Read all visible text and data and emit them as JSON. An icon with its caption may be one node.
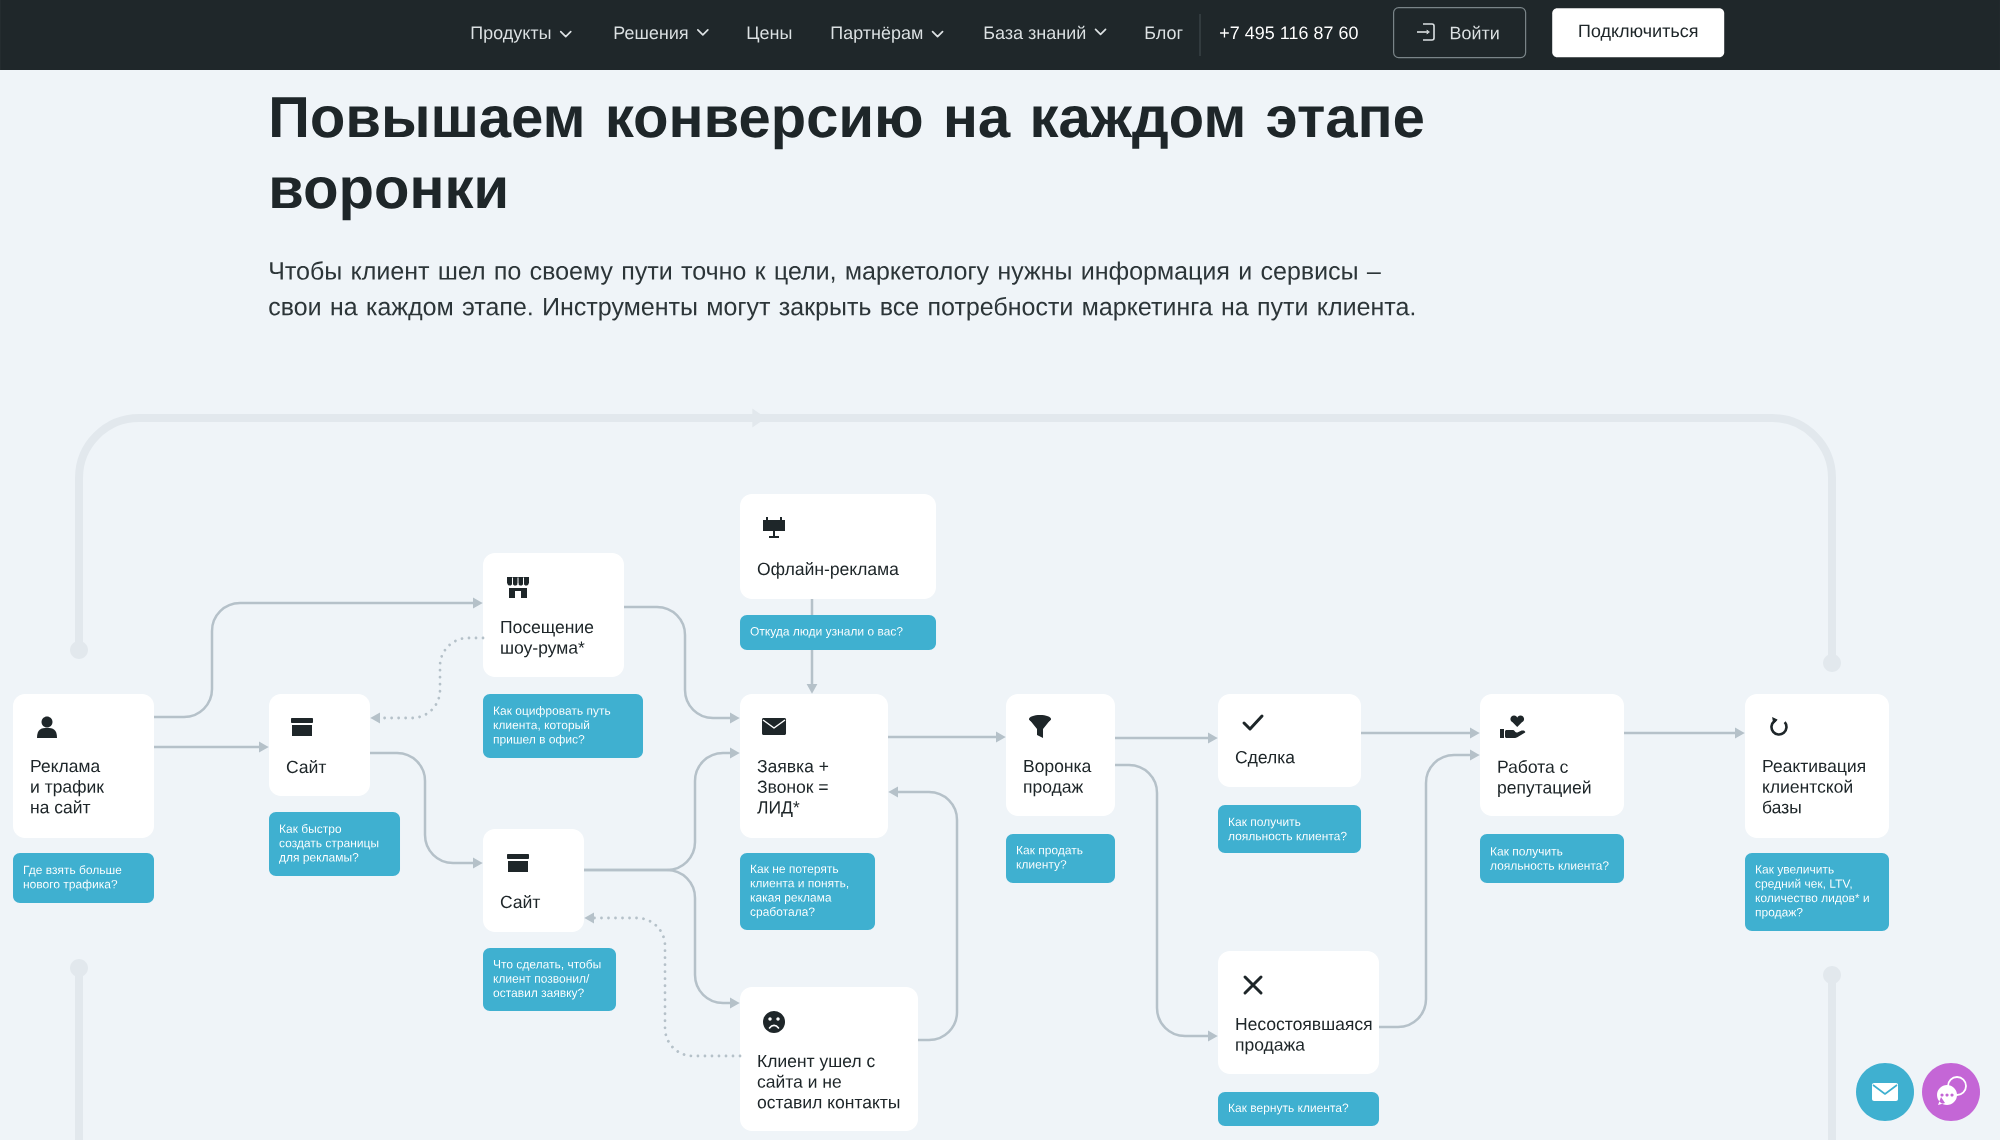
{
  "diagram": {
    "title": "Повышаем конверсию на каждом этапе воронки",
    "nodes": [
      {
        "text": [
          "Реклама и трафик на сайт"
        ]
      },
      {
        "text": [
          "Где взять больше нового трафика?"
        ]
      },
      {
        "text": [
          "Сайт"
        ]
      },
      {
        "text": [
          "Как быстро создать страницы для рекламы?"
        ]
      },
      {
        "text": [
          "Посещение шоу-рума*"
        ]
      },
      {
        "text": [
          "Как оцифровать путь клиента, который пришел в офис?"
        ]
      },
      {
        "text": [
          "Сайт"
        ]
      },
      {
        "text": [
          "Что сделать, чтобы клиент позвонил/ оставил заявку?"
        ]
      },
      {
        "text": [
          "Офлайн-реклама"
        ]
      },
      {
        "text": [
          "Откуда люди узнали о вас?"
        ]
      },
      {
        "text": [
          "Заявка + Звонок = ЛИД*"
        ]
      },
      {
        "text": [
          "Как не потерять клиента и понять, какая реклама сработала?"
        ]
      },
      {
        "text": [
          "Клиент ушел с сайта и не оставил контакты"
        ]
      },
      {
        "text": [
          "Воронка продаж"
        ]
      },
      {
        "text": [
          "Как продать клиенту?"
        ]
      },
      {
        "text": [
          "Сделка"
        ]
      },
      {
        "text": [
          "Как получить лояльность клиента?"
        ]
      },
      {
        "text": [
          "Несостоявшаяся продажа"
        ]
      },
      {
        "text": [
          "Как вернуть клиента?"
        ]
      },
      {
        "text": [
          "Работа с репутацией"
        ]
      },
      {
        "text": [
          "Как получить лояльность клиента?"
        ]
      },
      {
        "text": [
          "Реактивация клиентской базы"
        ]
      },
      {
        "text": [
          "Как увеличить средний чек, LTV, количество лидов* и продаж?"
        ]
      }
    ],
    "edges": [
      {
        "from": 0,
        "to": 4,
        "arrow": "to"
      },
      {
        "from": 0,
        "to": 2,
        "arrow": "to"
      },
      {
        "from": 4,
        "to": 2,
        "arrow": "to",
        "style": "dashed"
      },
      {
        "from": 2,
        "to": 6,
        "arrow": "to"
      },
      {
        "from": 4,
        "to": 10,
        "arrow": "to"
      },
      {
        "from": 6,
        "to": 10,
        "arrow": "to"
      },
      {
        "from": 6,
        "to": 12,
        "arrow": "to"
      },
      {
        "from": 12,
        "to": 6,
        "arrow": "to",
        "style": "dashed"
      },
      {
        "from": 12,
        "to": 10,
        "arrow": "to"
      },
      {
        "from": 8,
        "to": 9,
        "arrow": "none"
      },
      {
        "from": 9,
        "to": 10,
        "arrow": "to"
      },
      {
        "from": 10,
        "to": 13,
        "arrow": "to"
      },
      {
        "from": 13,
        "to": 15,
        "arrow": "to"
      },
      {
        "from": 13,
        "to": 17,
        "arrow": "to"
      },
      {
        "from": 15,
        "to": 19,
        "arrow": "to"
      },
      {
        "from": 17,
        "to": 19,
        "arrow": "to"
      },
      {
        "from": 19,
        "to": 21,
        "arrow": "to"
      }
    ],
    "labels": [
      "Продукты",
      "Решения",
      "Цены",
      "Партнёрам",
      "База знаний",
      "Блог",
      "+7 495 116 87 60",
      "Войти",
      "Подключиться",
      "Чтобы клиент шел по своему пути точно к цели, маркетологу нужны информация и сервисы – свои на каждом этапе. Инструменты могут закрыть все потребности маркетинга на пути клиента."
    ]
  }
}
